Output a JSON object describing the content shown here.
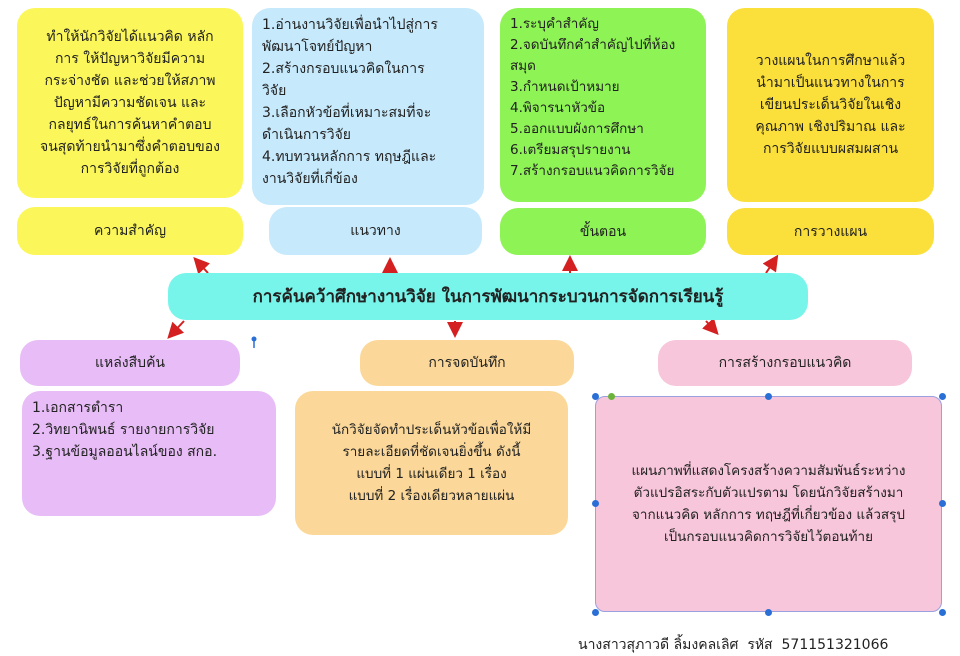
{
  "central_topic": "การค้นคว้าศึกษางานวิจัย ในการพัฒนากระบวนการจัดการเรียนรู้",
  "colors": {
    "central": "#78f5ea",
    "yellow": "#fbf75a",
    "blue": "#c6e9fb",
    "green": "#8ef354",
    "gold": "#fbdf3a",
    "purple": "#e8bdf7",
    "orange": "#fbd899",
    "pink": "#f7c6da",
    "arrow": "#d42020",
    "handle": "#2a6fd6"
  },
  "nodes": {
    "importance": {
      "label": "ความสำคัญ",
      "lines": [
        "ทำให้นักวิจัยได้แนวคิด หลัก",
        "การ ให้ปัญหาวิจัยมีความ",
        "กระจ่างชัด และช่วยให้สภาพ",
        "ปัญหามีความชัดเจน และ",
        "กลยุทธ์ในการค้นหาคำตอบ",
        "จนสุดท้ายนำมาซึ่งคำตอบของ",
        "การวิจัยที่ถูกต้อง"
      ]
    },
    "approach": {
      "label": "แนวทาง",
      "lines": [
        "1.อ่านงานวิจัยเพื่อนำไปสู่การ",
        "พัฒนาโจทย์ปัญหา",
        "2.สร้างกรอบแนวคิดในการ",
        "วิจัย",
        "3.เลือกหัวข้อที่เหมาะสมที่จะ",
        "ดำเนินการวิจัย",
        "4.ทบทวนหลักการ ทฤษฎีและ",
        "งานวิจัยที่เกี่ข้อง"
      ]
    },
    "steps": {
      "label": "ขั้นตอน",
      "lines": [
        "1.ระบุคำสำคัญ",
        "2.จดบันทึกคำสำคัญไปที่ห้อง",
        "สมุด",
        "3.กำหนดเป้าหมาย",
        "4.พิจารนาหัวข้อ",
        "5.ออกแบบผังการศึกษา",
        "6.เตรียมสรุปรายงาน",
        "7.สร้างกรอบแนวคิดการวิจัย"
      ]
    },
    "planning": {
      "label": "การวางแผน",
      "lines": [
        "วางแผนในการศึกษาแล้ว",
        "นำมาเป็นแนวทางในการ",
        "เขียนประเด็นวิจัยในเชิง",
        "คุณภาพ เชิงปริมาณ และ",
        "การวิจัยแบบผสมผสาน"
      ]
    },
    "sources": {
      "label": "แหล่งสืบค้น",
      "lines": [
        "1.เอกสารตำรา",
        "2.วิทยานิพนธ์ รายงายการวิจัย",
        "3.ฐานข้อมูลออนไลน์ของ สกอ."
      ]
    },
    "notes": {
      "label": "การจดบันทึก",
      "lines": [
        "นักวิจัยจัดทำประเด็นหัวข้อเพื่อให้มี",
        "รายละเอียดที่ชัดเจนยิ่งขึ้น ดังนี้",
        "แบบที่ 1 แผ่นเดียว 1 เรื่อง",
        "แบบที่ 2 เรื่องเดียวหลายแผ่น"
      ]
    },
    "framework": {
      "label": "การสร้างกรอบแนวคิด",
      "lines": [
        "แผนภาพที่แสดงโครงสร้างความสัมพันธ์ระหว่าง",
        "ตัวแปรอิสระกับตัวแปรตาม โดยนักวิจัยสร้างมา",
        "จากแนวคิด หลักการ ทฤษฎีที่เกี่ยวข้อง แล้วสรุป",
        "เป็นกรอบแนวคิดการวิจัยไว้ตอนท้าย"
      ]
    }
  },
  "footer": "นางสาวสุภาวดี ลิ้มงคลเลิศ  รหัส  571151321066"
}
